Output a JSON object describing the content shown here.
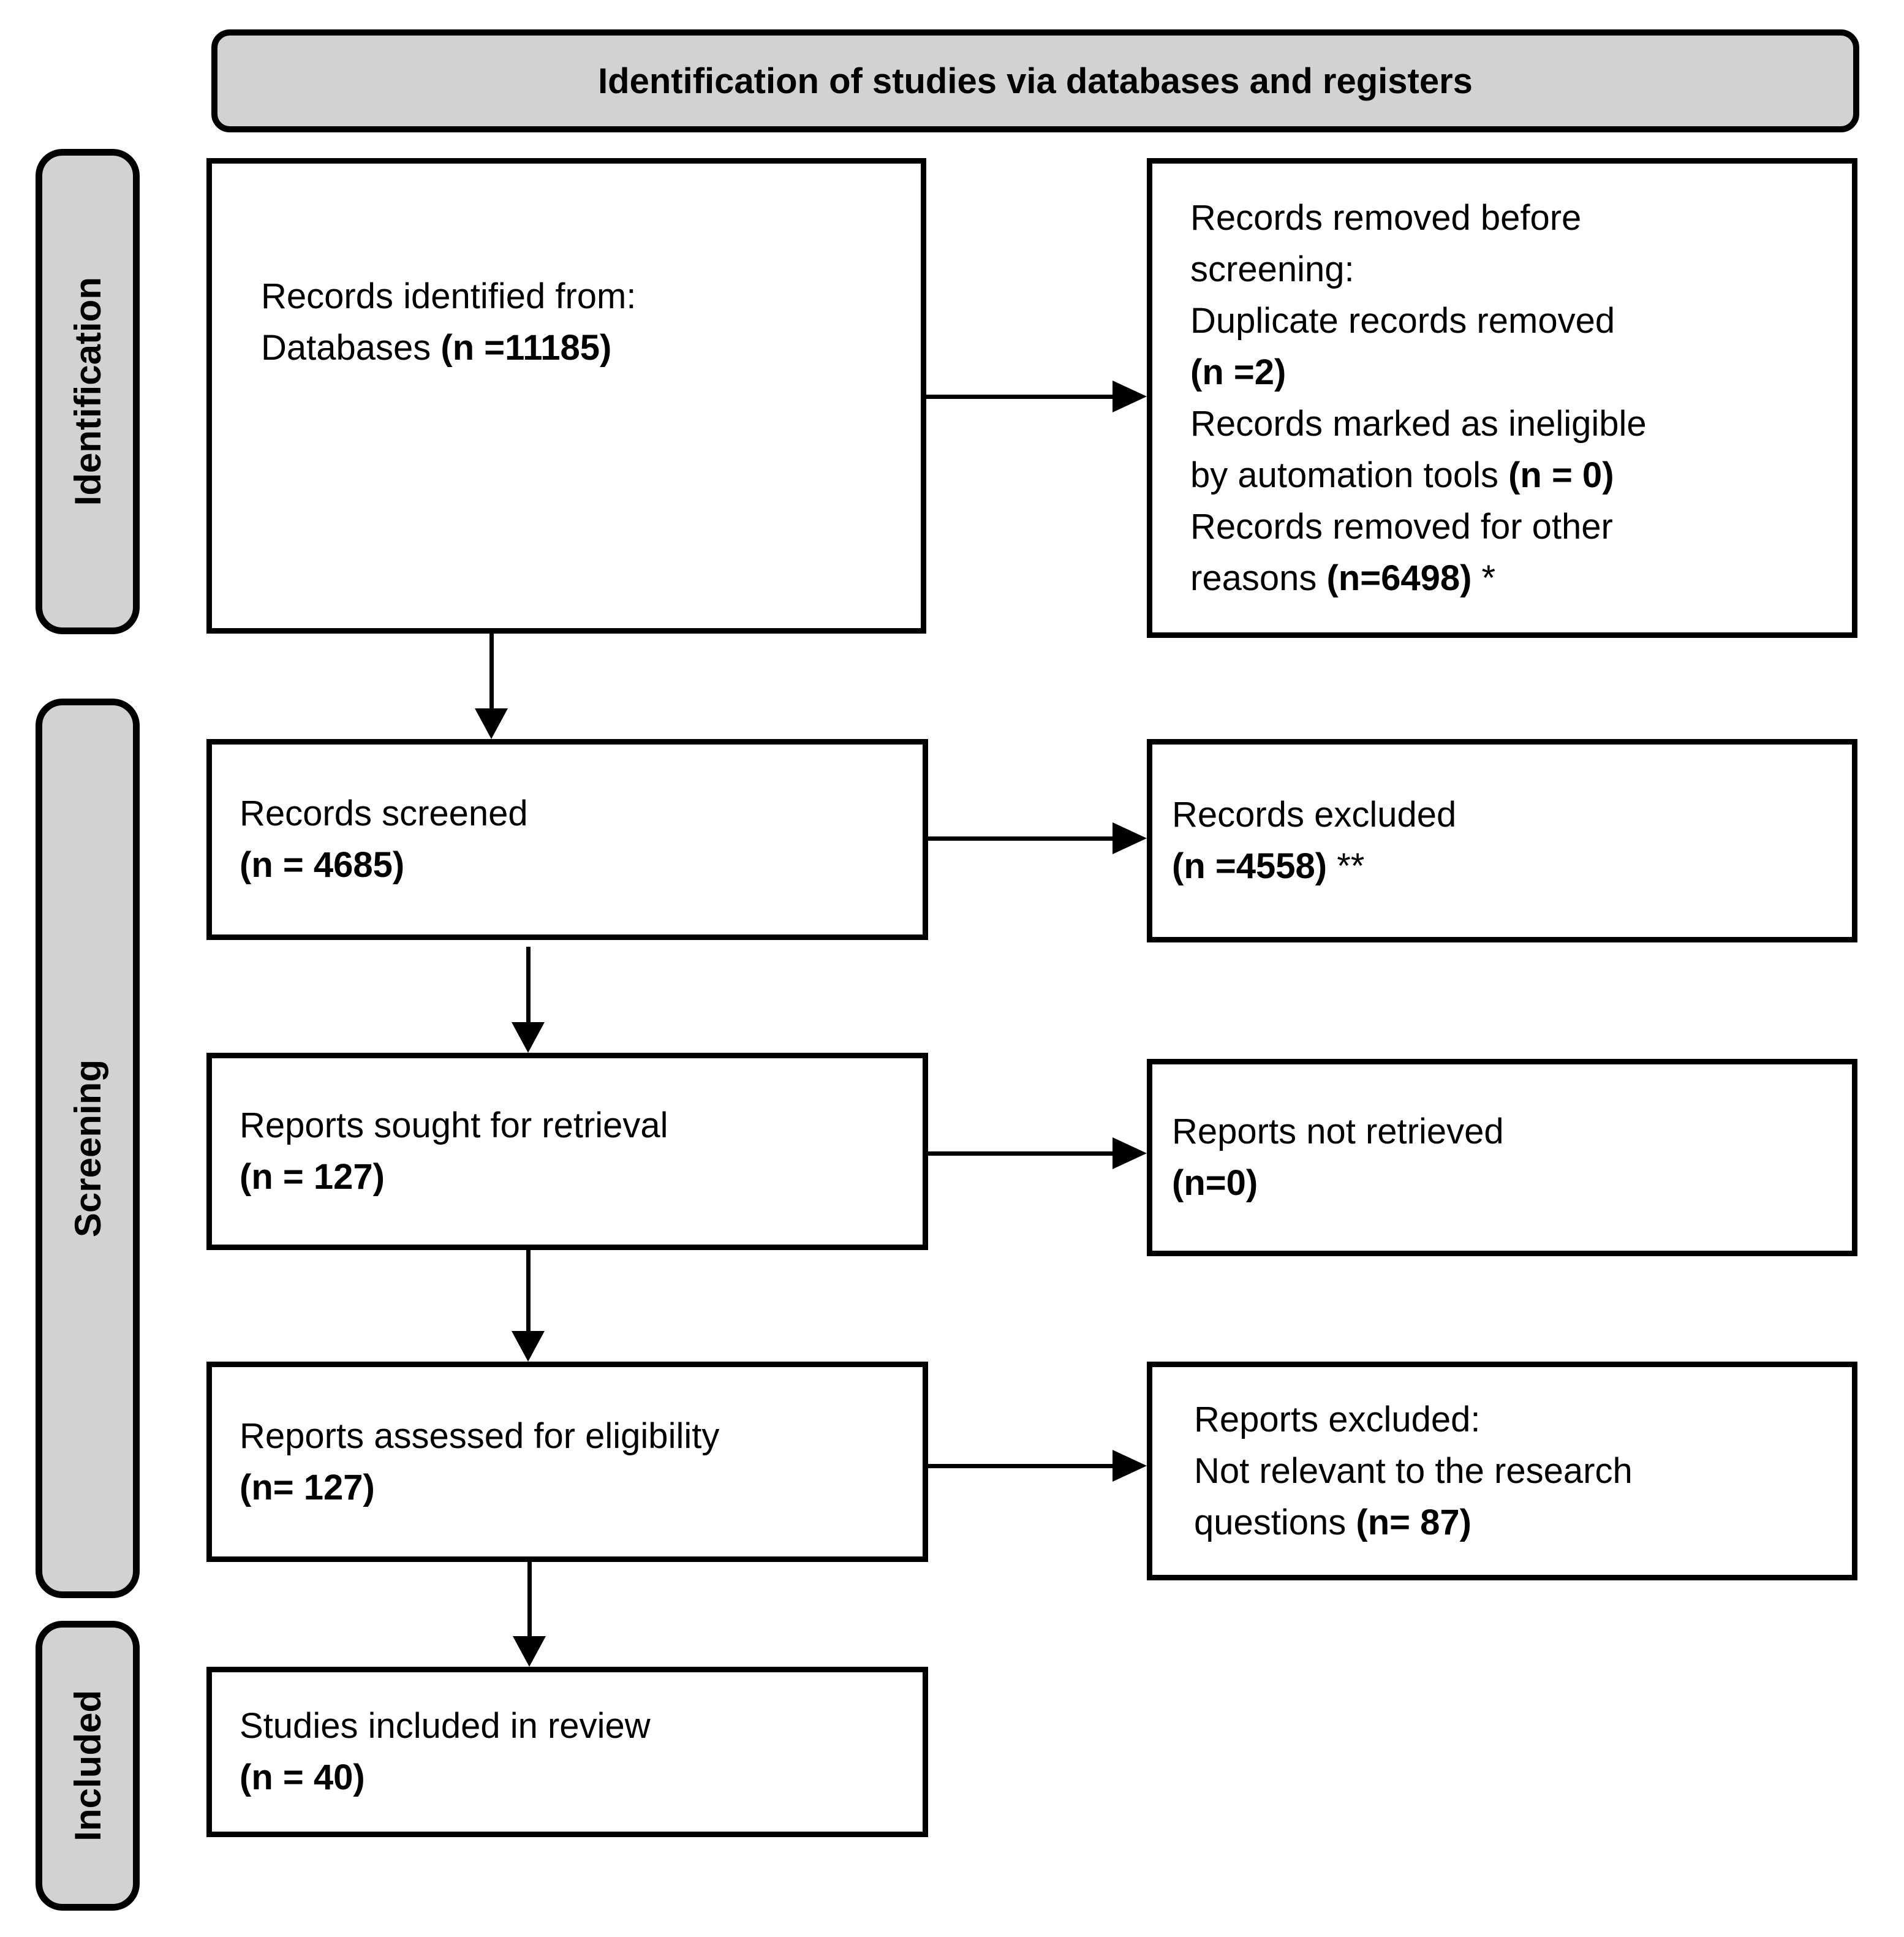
{
  "title": "Identification of studies via databases and registers",
  "colors": {
    "stage_fill": "#d2d2d2",
    "box_fill": "#ffffff",
    "line": "#000000",
    "text": "#000000"
  },
  "stages": {
    "identification": "Identification",
    "screening": "Screening",
    "included": "Included"
  },
  "flow": {
    "identified": {
      "l1": "Records identified from:",
      "l2": "Databases ",
      "l2n": "(n =11185)"
    },
    "removed": {
      "l1": "Records removed before",
      "l2": "screening:",
      "l3": "Duplicate records removed",
      "l4n": "(n =2)",
      "l5": "Records marked as ineligible",
      "l6": "by automation tools ",
      "l6n": "(n = 0)",
      "l7": "Records removed for other",
      "l8": "reasons ",
      "l8n": "(n=6498)",
      "l8s": " *"
    },
    "screened": {
      "l1": "Records screened",
      "l2n": "(n = 4685)"
    },
    "excluded": {
      "l1": "Records excluded",
      "l2n": "(n =4558)",
      "l2s": " **"
    },
    "sought": {
      "l1": "Reports sought for retrieval",
      "l2n": "(n = 127)"
    },
    "not_retrieved": {
      "l1": "Reports not retrieved",
      "l2n": "(n=0)"
    },
    "assessed": {
      "l1": "Reports assessed for eligibility",
      "l2n": "(n= 127)"
    },
    "reports_excluded": {
      "l1": "Reports excluded:",
      "l2": "Not relevant to the research",
      "l3": "questions ",
      "l3n": "(n= 87)"
    },
    "included_review": {
      "l1": "Studies included in review",
      "l2n": "(n = 40)"
    }
  }
}
